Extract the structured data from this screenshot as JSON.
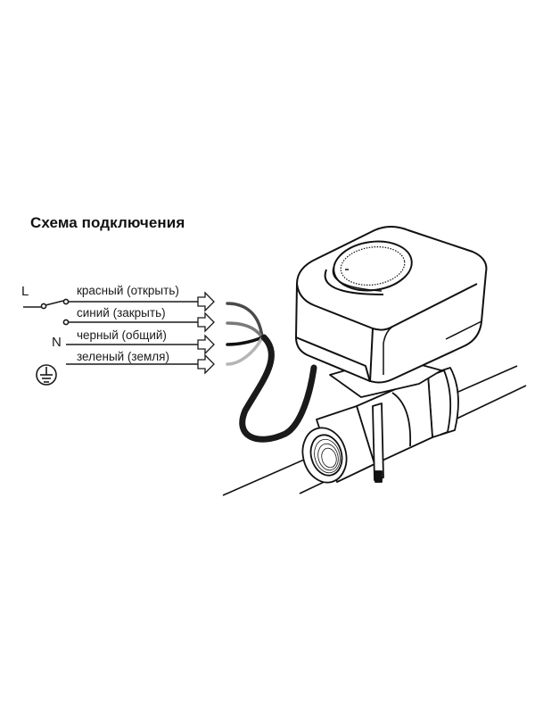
{
  "title": "Схема подключения",
  "terminals": {
    "line": "L",
    "neutral": "N",
    "ground_icon": "ground-icon"
  },
  "wires": [
    {
      "label": "красный (открыть)",
      "color": "#4a4a4a"
    },
    {
      "label": "синий (закрыть)",
      "color": "#7a7a7a"
    },
    {
      "label": "черный (общий)",
      "color": "#111111"
    },
    {
      "label": "зеленый (земля)",
      "color": "#b5b5b5"
    }
  ],
  "illustration": {
    "subject": "motorized-ball-valve",
    "line_color": "#111111",
    "cable_color": "#1a1a1a"
  }
}
